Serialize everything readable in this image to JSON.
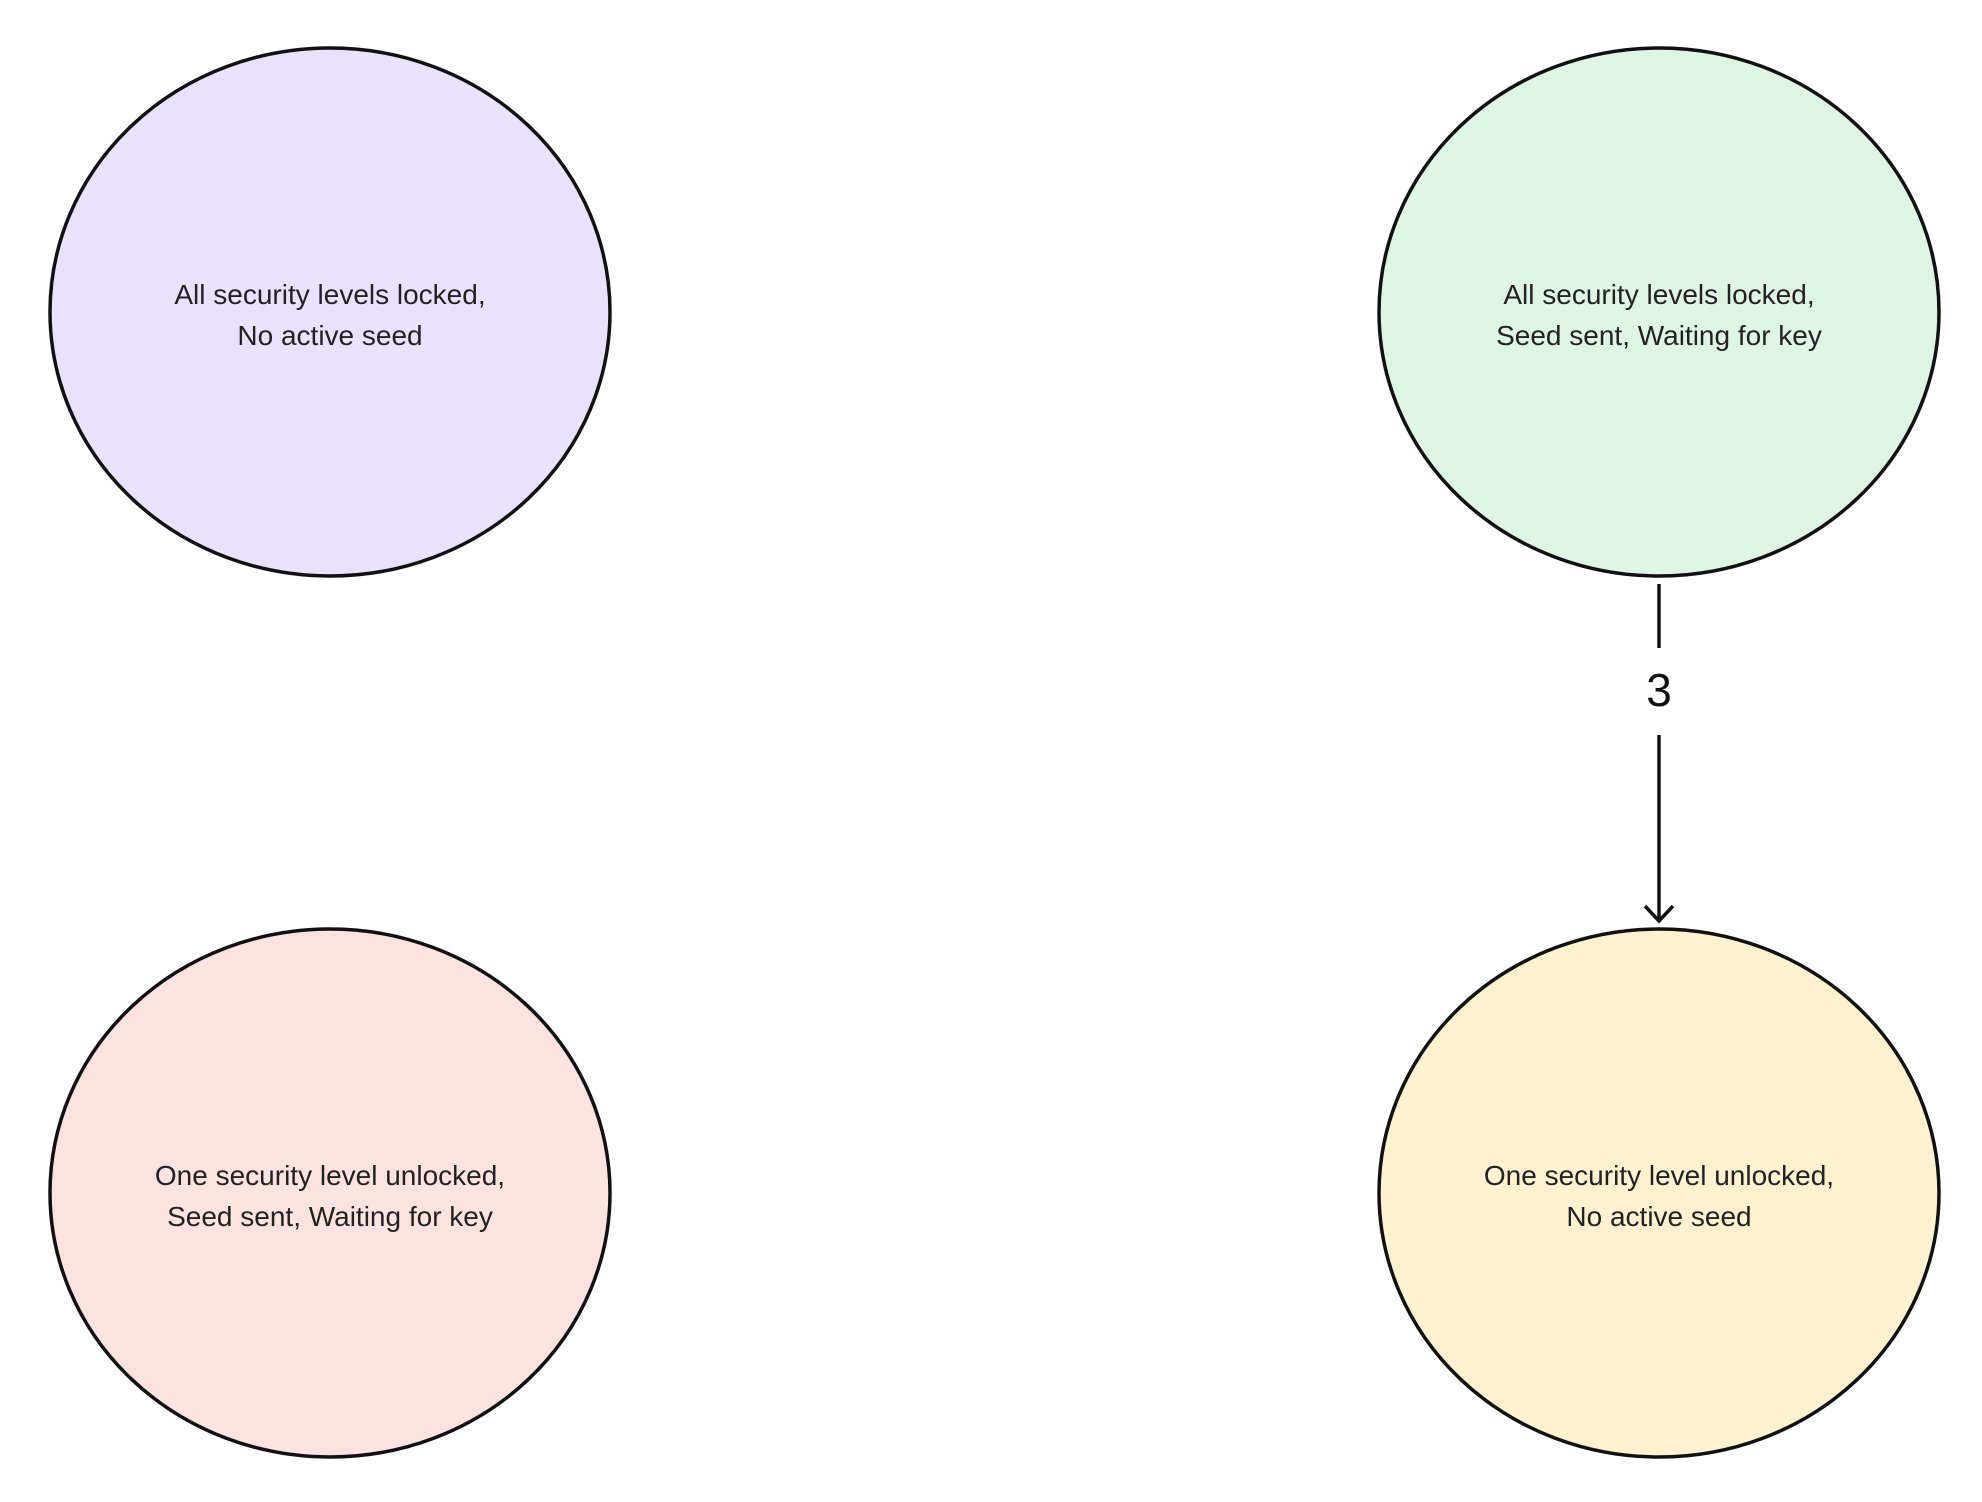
{
  "diagram": {
    "type": "state-diagram",
    "states": {
      "locked_no_seed": {
        "line1": "All security levels locked,",
        "line2": "No active seed",
        "fill": "#e9e2fd"
      },
      "locked_seed_sent": {
        "line1": "All security levels locked,",
        "line2": "Seed sent, Waiting for key",
        "fill": "#def4e4"
      },
      "unlocked_seed_sent": {
        "line1": "One security level unlocked,",
        "line2": "Seed sent, Waiting for key",
        "fill": "#fde2e2"
      },
      "unlocked_no_seed": {
        "line1": "One security level unlocked,",
        "line2": "No active seed",
        "fill": "#fdf1cf"
      }
    },
    "transitions": [
      {
        "from": "locked_seed_sent",
        "to": "unlocked_no_seed",
        "label": "3"
      }
    ],
    "colors": {
      "stroke": "#111111",
      "text": "#222222",
      "background": "#ffffff"
    }
  }
}
